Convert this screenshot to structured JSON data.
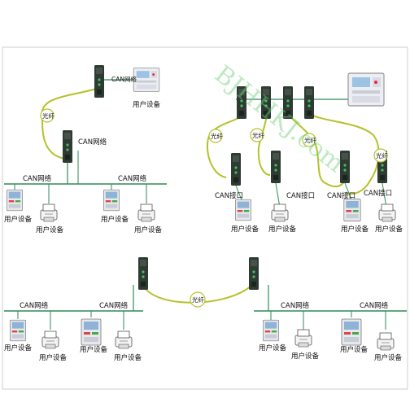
{
  "labels": {
    "can_net": "CAN网络",
    "can_port": "CAN接口",
    "fiber": "光纤",
    "user_device": "用户设备"
  },
  "watermark": "BJHHKJ.com",
  "colors": {
    "bus": "#2e8b57",
    "fiber": "#b5c22a",
    "node_body": "#2f3a33",
    "node_led": "#3fbf5f",
    "panel": "#e6e8ee",
    "frame": "#cfcfcf"
  }
}
